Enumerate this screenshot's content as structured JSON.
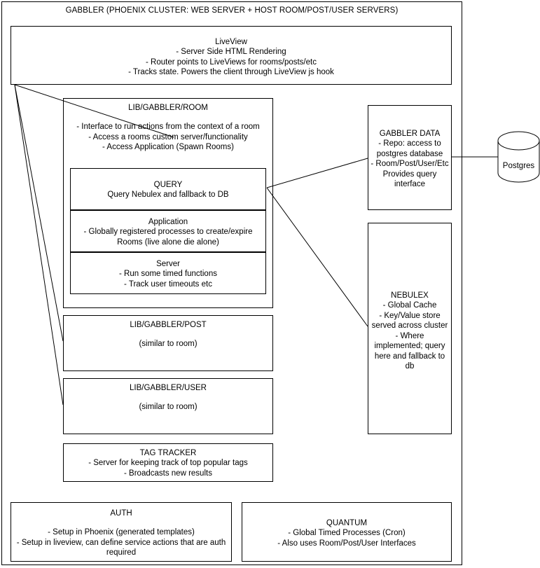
{
  "diagram": {
    "title": "GABBLER (PHOENIX CLUSTER: WEB SERVER + HOST ROOM/POST/USER SERVERS)",
    "stroke_color": "#000000",
    "background_color": "#ffffff"
  },
  "liveview": {
    "title": "LiveView",
    "lines": "- Server Side HTML Rendering\n- Router points to LiveViews for rooms/posts/etc\n- Tracks state. Powers the client through LiveView js hook"
  },
  "room": {
    "title": "LIB/GABBLER/ROOM",
    "lines": "- Interface to run actions from the context of a room\n- Access a rooms custom server/functionality\n- Access Application (Spawn Rooms)"
  },
  "query": {
    "title": "QUERY",
    "lines": "Query Nebulex and fallback to DB"
  },
  "application": {
    "title": "Application",
    "lines": "- Globally registered processes to create/expire\nRooms (live alone die alone)"
  },
  "server": {
    "title": "Server",
    "lines": "- Run some timed functions\n- Track user timeouts etc"
  },
  "post": {
    "title": "LIB/GABBLER/POST",
    "lines": "(similar to room)"
  },
  "user": {
    "title": "LIB/GABBLER/USER",
    "lines": "(similar to room)"
  },
  "tag_tracker": {
    "title": "TAG TRACKER",
    "lines": "- Server for keeping track of top popular tags\n- Broadcasts new results"
  },
  "gabbler_data": {
    "title": "GABBLER DATA",
    "lines": "- Repo: access to\npostgres database\n- Room/Post/User/Etc\nProvides query\ninterface"
  },
  "nebulex": {
    "title": "NEBULEX",
    "lines": "- Global Cache\n- Key/Value store\nserved across cluster\n- Where\nimplemented; query\nhere and fallback to\ndb"
  },
  "postgres": {
    "label": "Postgres"
  },
  "auth": {
    "title": "AUTH",
    "lines": "- Setup in Phoenix (generated templates)\n- Setup in liveview, can define service actions that are auth\nrequired"
  },
  "quantum": {
    "title": "QUANTUM",
    "lines": "- Global Timed Processes (Cron)\n- Also uses Room/Post/User Interfaces"
  }
}
